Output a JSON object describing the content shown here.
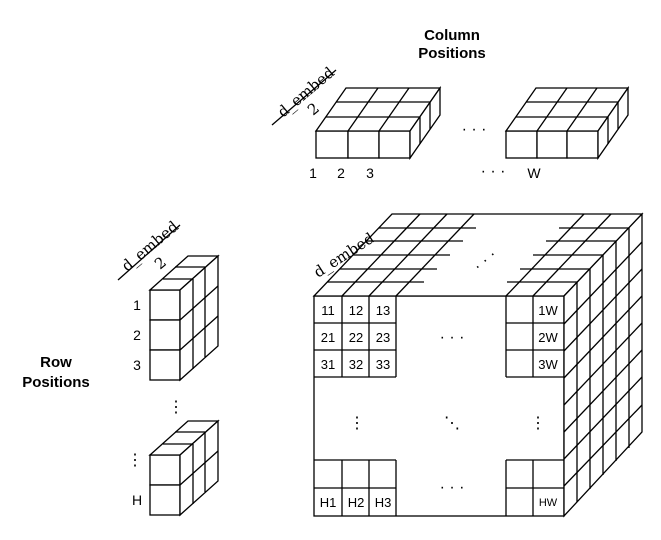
{
  "titles": {
    "column_positions": [
      "Column",
      "Positions"
    ],
    "row_positions": [
      "Row",
      "Positions"
    ]
  },
  "dims": {
    "d_embed": "d_embed",
    "half": "2",
    "big_d_embed": "d_embed"
  },
  "column_ticks": [
    "1",
    "2",
    "3"
  ],
  "column_last": "W",
  "row_ticks": [
    "1",
    "2",
    "3"
  ],
  "row_last": "H",
  "grid_cells": {
    "row1": [
      "11",
      "12",
      "13"
    ],
    "row2": [
      "21",
      "22",
      "23"
    ],
    "row3": [
      "31",
      "32",
      "33"
    ],
    "right": [
      "1W",
      "2W",
      "3W"
    ],
    "bottom": [
      "H1",
      "H2",
      "H3"
    ],
    "corner": "HW"
  },
  "ellipsis": {
    "horizontal": "· · ·",
    "vertical": "⋮",
    "diagonal": "⋱"
  }
}
